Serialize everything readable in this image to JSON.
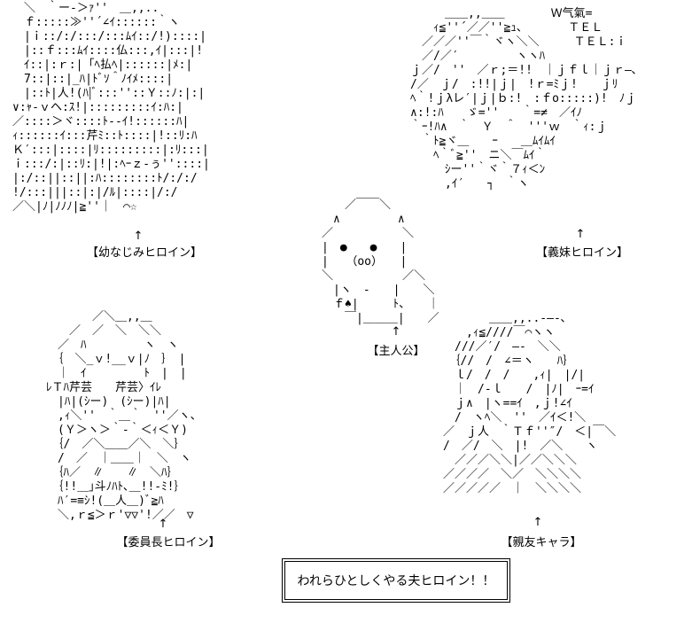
{
  "colors": {
    "ink": "#000000",
    "background": "#ffffff"
  },
  "characters": [
    {
      "id": "childhood-friend",
      "label": "【幼なじみヒロイン】",
      "arrow": "↑",
      "art": [
        "　＼　｀ー-＞ｧ''　＿,,..",
        "　ｆ:::::≫''´∠ｲ::::::｀ヽ",
        "　|ｉ::/:/:::/:::ﾑｲ::/!)::::|",
        "　|::ｆ:::ﾑｲ::::仏:::,ｲ|:::|!",
        "　ｲ::|:ｒ:|「ﾍ払ﾍ|::::::|ﾒ:|",
        "　7::|::|_ﾊ|ﾄﾞｿ＾ﾉｲﾒ::::|",
        "　|::ﾄ|人!(ﾊ|ﾞ:::''::Ｙ::ﾉ:|:|",
        "∨:ｬ-ｖヘ:ｽ!|:::::::::ｲ:ﾊ:|",
        "／::::＞ヾ::::ﾄ--ｲ!::::::ﾊ|",
        "ｨ::::::ｲ:::芹ﾐ::ﾄ::::|!::ﾘ:ﾊ",
        "Ｋ′:::|::::|ﾘ:::::::::|:ﾘ:::|",
        "ｉ:::/:|::ﾘ:|!|:ﾍｰｚ-ぅ''::::|",
        "|:/::||::||:ﾊ::::::::ﾄ/:/:/",
        "!/:::|||::|:|/ﾙ|::::|/:/",
        "／＼|ﾉ|ﾉﾉﾉ|≧''｜　⌒☆"
      ]
    },
    {
      "id": "stepsister",
      "label": "【義妹ヒロイン】",
      "arrow": "↑",
      "art": [
        "　　　＿＿,,＿＿　　　　Ｗ气氣=",
        "　　ｨ≦''´／／''≧ｭ、　　　　ＴＥＬ",
        "　／／／''￣｀ヾヽ＼＼　　　ＴＥＬ:ｉ",
        "　／/／′　　　　　ヽヽﾊ",
        "ｊ／/　''　／ｒ;＝!!　｜ｊｆｌ｜ｊｒ—､",
        "/／　ｊ/　:!!|ｊ|　!ｒ=ﾐｊ!　　ｊﾘ",
        "ﾍ｀!ｊλレ′|ｊ|ｂ:!　:ｆo:::::)!　ﾉｊ",
        "∧:!:ﾊ　　ゞ=''　　｀=≠　／ｲﾉ",
        "｀ｰ!ﾊ∧　｀　Ｙ　＾　'''ｗ　｀ｨ:ｊ",
        "　｀ﾄ≧ヾ＿　　ｰ　　＿ﾑｲﾑｲ",
        "　　ﾍ｀ﾞ≧''　ニ＼￣ﾑｲ｀",
        "　　　ｼー''｀ヾ｀７ｨ＜ﾝ",
        "　　　,ｲ′　　┐　｀ヽ"
      ]
    },
    {
      "id": "protagonist",
      "label": "【主人公】",
      "arrow": "↑",
      "art": [
        "　　／￣￣＼",
        "　∧　　　　　∧",
        "／　　　　　　＼",
        "|　●　　●　　|",
        "|　　（oo）　　|",
        "＼　　　　　　／＼",
        "　|ヽ　‐　　|　　＼",
        "　ｆ♠|　　　ﾄ、　　｜",
        "　　￣|＿＿＿|　　／"
      ]
    },
    {
      "id": "class-president",
      "label": "【委員長ヒロイン】",
      "arrow": "↑",
      "art": [
        "　　　　／＼＿,,＿",
        "　　／　／　＼　＼＼",
        "　／　ﾊ　　　　　ヽ　ヽ",
        "　｛　＼_ｖ!__ｖ|ﾉ　｝　|",
        "　｜　ｲ　　　　　ﾄ　|　|",
        "ﾚＴﾊ芹芸　　芹芸〉ｲﾚ",
        "　|ﾊ|(ｼー)　(ｼー)|ﾊ|",
        "　,ｨ＼''　｀＿｀　''／ヽ、",
        "　(Ｙ＞ヽ＞｀-｀＜ｨ＜Ｙ)",
        "　｛/　／＼＿＿／＼　＼｝",
        "　/　／　｜＿＿｜　＼　ヽ",
        "　｛ﾊ／　∥　　∥　＼ﾊ｝",
        "　｛!!＿｣斗ﾉﾊﾄ､＿!!-ﾐ!｝",
        "　ﾊ′=≡ｼ!(＿人＿)ﾞ≧ﾊ",
        "　＼,ｒ≦＞ｒ'▽▽'!／／　▽"
      ]
    },
    {
      "id": "best-friend",
      "label": "【親友キャラ】",
      "arrow": "↑",
      "art": [
        "　　　　＿＿,,..-―-､",
        "　　,ｨ≦////￣⌒ヽヽ",
        "　///／′/　―-　＼＼",
        "　｛//　/　∠＝ヽ　　ﾊ｝",
        "　ｌ/　/　/　　,ｨ|　|/|",
        "　｜　/-ｌ　　/　|ﾉ|　ｰ=ｲ",
        "　ｊ∧　|ヽ==ｲ　,ｊ!∠ｲ",
        "　/　ヽﾍ＼　''　／ｲ＜!＼",
        "／　ｊ人　｀Ｔｆ''″/　＜|￣＼",
        "/　／/　＼　|!　／＼　　ヽ",
        "　／／／＼＼|／／＼＼＼",
        "／／／／　＼／　＼＼＼＼",
        "／／／／／　｜　＼＼＼＼"
      ]
    }
  ],
  "footer": {
    "text": "われらひとしくやる夫ヒロイン！！"
  }
}
